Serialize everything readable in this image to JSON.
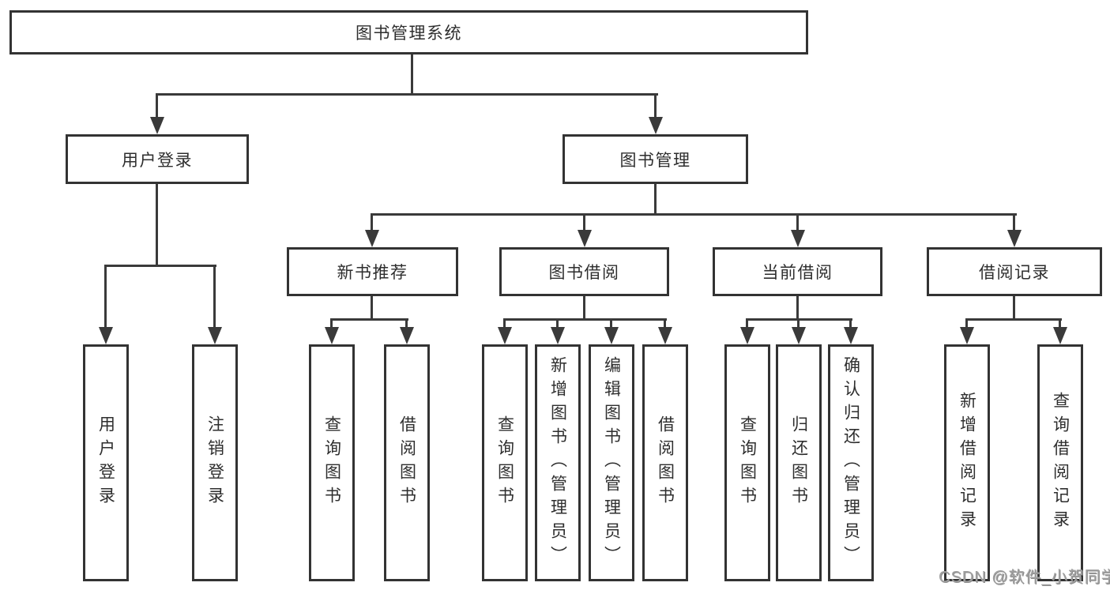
{
  "tree": {
    "root": {
      "label": "图书管理系统",
      "children": [
        {
          "label": "用户登录",
          "children": [
            {
              "label": "用户登录"
            },
            {
              "label": "注销登录"
            }
          ]
        },
        {
          "label": "图书管理",
          "children": [
            {
              "label": "新书推荐",
              "children": [
                {
                  "label": "查询图书"
                },
                {
                  "label": "借阅图书"
                }
              ]
            },
            {
              "label": "图书借阅",
              "children": [
                {
                  "label": "查询图书"
                },
                {
                  "label": "新增图书（管理员）"
                },
                {
                  "label": "编辑图书（管理员）"
                },
                {
                  "label": "借阅图书"
                }
              ]
            },
            {
              "label": "当前借阅",
              "children": [
                {
                  "label": "查询图书"
                },
                {
                  "label": "归还图书"
                },
                {
                  "label": "确认归还（管理员）"
                }
              ]
            },
            {
              "label": "借阅记录",
              "children": [
                {
                  "label": "新增借阅记录"
                },
                {
                  "label": "查询借阅记录"
                }
              ]
            }
          ]
        }
      ]
    }
  },
  "watermark": {
    "text": "CSDN @软件_小贺同学"
  },
  "colors": {
    "line": "#3a3a3a",
    "box_border": "#333333",
    "text": "#2e2e2e",
    "watermark_text": "#a0a0a0",
    "background": "#ffffff"
  }
}
